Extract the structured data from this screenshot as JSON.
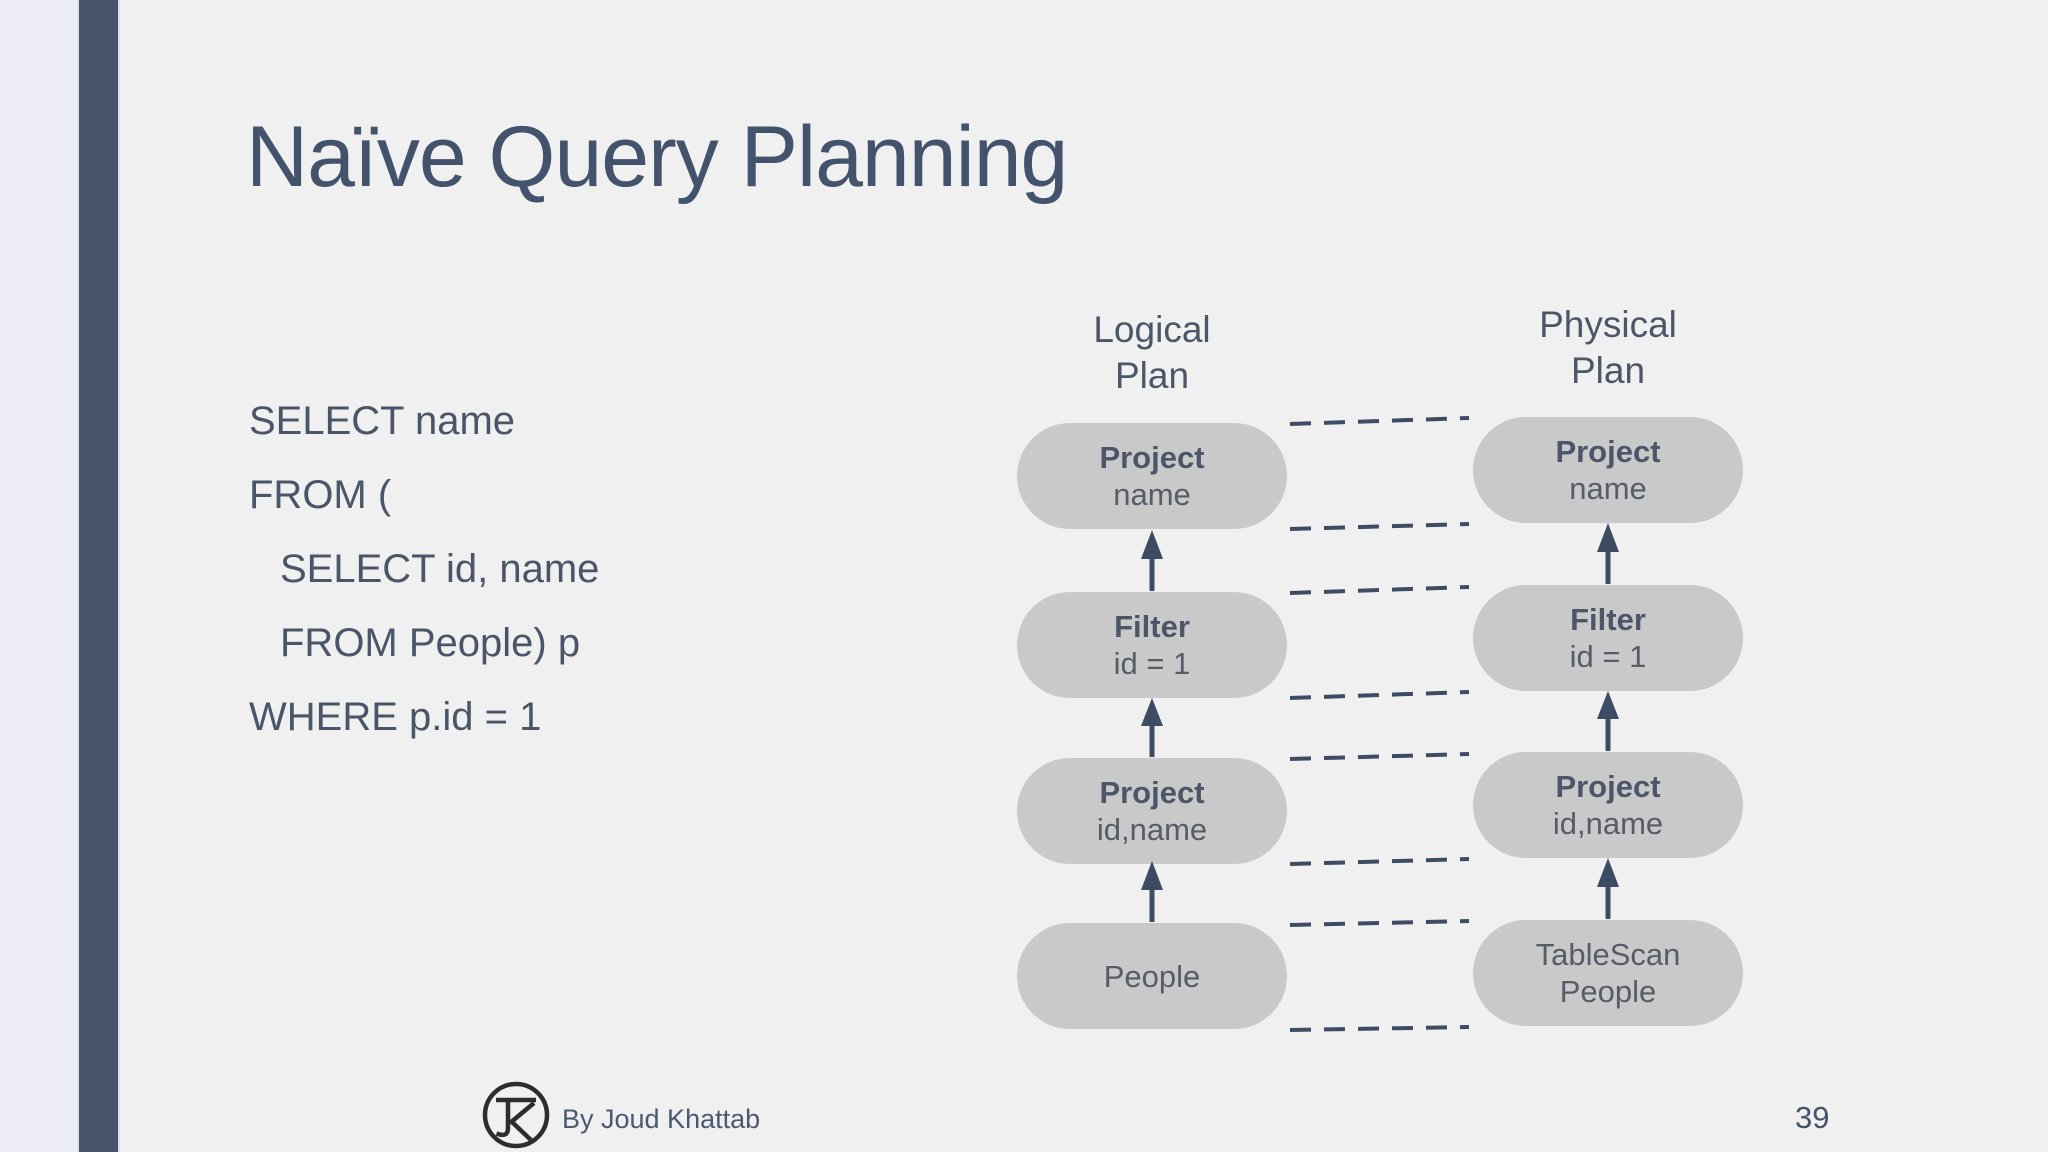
{
  "slide": {
    "title": "Naïve Query Planning",
    "page_number": "39"
  },
  "footer": {
    "byline": "By Joud Khattab",
    "logo_monogram": "JK"
  },
  "sql": {
    "lines": [
      {
        "text": "SELECT name",
        "indent": false
      },
      {
        "text": "FROM (",
        "indent": false
      },
      {
        "text": "SELECT id, name",
        "indent": true
      },
      {
        "text": "FROM People) p",
        "indent": true
      },
      {
        "text": "WHERE p.id = 1",
        "indent": false
      }
    ]
  },
  "diagram": {
    "logical": {
      "header": {
        "line1": "Logical",
        "line2": "Plan"
      },
      "nodes": [
        {
          "lines": [
            {
              "text": "Project",
              "bold": true
            },
            {
              "text": "name",
              "bold": false
            }
          ]
        },
        {
          "lines": [
            {
              "text": "Filter",
              "bold": true
            },
            {
              "text": "id = 1",
              "bold": false
            }
          ]
        },
        {
          "lines": [
            {
              "text": "Project",
              "bold": true
            },
            {
              "text": "id,name",
              "bold": false
            }
          ]
        },
        {
          "lines": [
            {
              "text": "People",
              "bold": false
            }
          ]
        }
      ]
    },
    "physical": {
      "header": {
        "line1": "Physical",
        "line2": "Plan"
      },
      "nodes": [
        {
          "lines": [
            {
              "text": "Project",
              "bold": true
            },
            {
              "text": "name",
              "bold": false
            }
          ]
        },
        {
          "lines": [
            {
              "text": "Filter",
              "bold": true
            },
            {
              "text": "id = 1",
              "bold": false
            }
          ]
        },
        {
          "lines": [
            {
              "text": "Project",
              "bold": true
            },
            {
              "text": "id,name",
              "bold": false
            }
          ]
        },
        {
          "lines": [
            {
              "text": "TableScan",
              "bold": false
            },
            {
              "text": "People",
              "bold": false
            }
          ]
        }
      ]
    }
  },
  "colors": {
    "accent_bar": "#46536b",
    "text": "#44546a",
    "node_fill": "#c9c9c9",
    "connector": "#3d4c63",
    "background": "#f0f0f1"
  }
}
